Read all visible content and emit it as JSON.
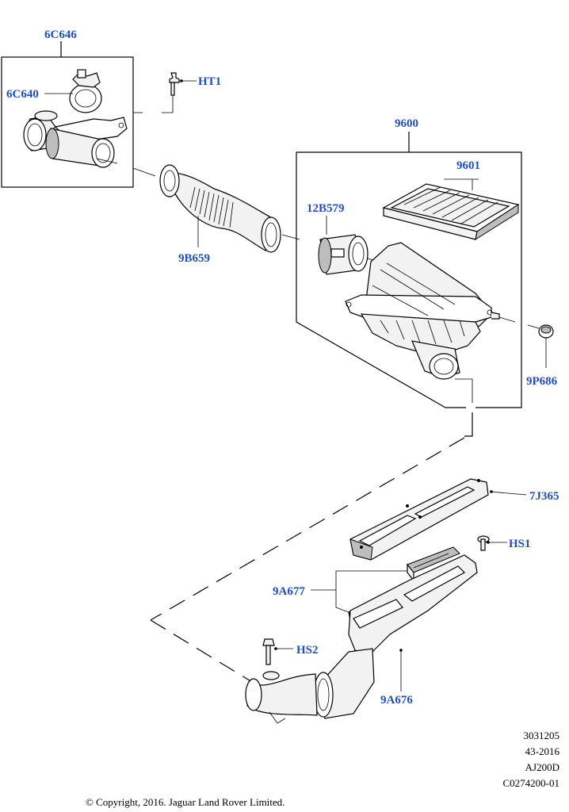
{
  "labels": {
    "p_6C646": "6C646",
    "p_6C640": "6C640",
    "p_HT1": "HT1",
    "p_9600": "9600",
    "p_9601": "9601",
    "p_12B579": "12B579",
    "p_9B659": "9B659",
    "p_9P686": "9P686",
    "p_7J365": "7J365",
    "p_HS1": "HS1",
    "p_9A677": "9A677",
    "p_HS2": "HS2",
    "p_9A676": "9A676"
  },
  "reference": {
    "line1": "3031205",
    "line2": "43-2016",
    "line3": "AJ200D",
    "line4": "C0274200-01"
  },
  "copyright": "© Copyright, 2016. Jaguar Land Rover Limited."
}
